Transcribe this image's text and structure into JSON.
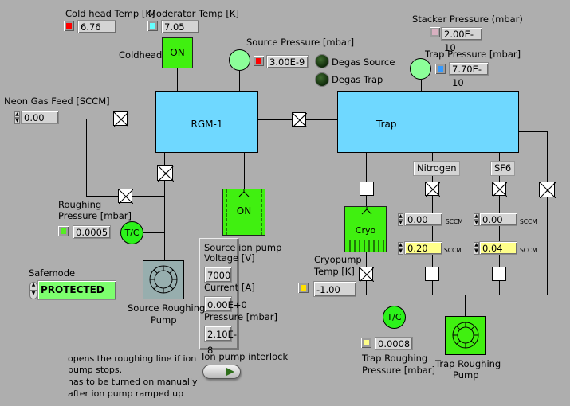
{
  "cold_head_temp": {
    "label": "Cold head Temp [K]",
    "value": "6.76",
    "led_color": "#ff0000"
  },
  "moderator_temp": {
    "label": "Moderator Temp [K]",
    "value": "7.05",
    "led_color": "#66ffff"
  },
  "coldhead": {
    "label": "Coldhead",
    "state": "ON"
  },
  "source_pressure": {
    "label": "Source Pressure [mbar]",
    "value": "3.00E-9",
    "led_color": "#ff0000"
  },
  "degas": {
    "source_label": "Degas Source",
    "trap_label": "Degas Trap"
  },
  "stacker_pressure": {
    "label": "Stacker Pressure (mbar)",
    "value": "2.00E-10",
    "led_color": "#d8b0c0"
  },
  "trap_pressure": {
    "label": "Trap Pressure [mbar]",
    "value": "7.70E-10",
    "led_color": "#3399ff"
  },
  "neon_gas_feed": {
    "label": "Neon Gas Feed [SCCM]",
    "value": "0.00"
  },
  "chambers": {
    "rgm": "RGM-1",
    "trap": "Trap"
  },
  "roughing_pressure": {
    "label": "Roughing Pressure [mbar]",
    "line1": "Roughing",
    "line2": "Pressure [mbar]",
    "value": "0.0005",
    "led_color": "#55ee22"
  },
  "tc_label": "T/C",
  "ion_pump": {
    "state": "ON"
  },
  "source_ion_pump": {
    "title_line1": "Source ion pump",
    "voltage_label": "Voltage [V]",
    "voltage": "7000",
    "current_label": "Current [A]",
    "current": "0.00E+0",
    "pressure_label": "Pressure [mbar]",
    "pressure": "2.10E-8"
  },
  "safemode": {
    "label": "Safemode",
    "value": "PROTECTED"
  },
  "source_roughing_pump": {
    "line1": "Source Roughing",
    "line2": "Pump"
  },
  "note": {
    "line1": "opens the roughing line if ion",
    "line2": "pump stops.",
    "line3": "has to be turned on manually",
    "line4": "after ion pump ramped up"
  },
  "ion_pump_interlock": {
    "label": "Ion pump interlock"
  },
  "cryo": {
    "label": "Cryo"
  },
  "cryopump_temp": {
    "line1": "Cryopump",
    "line2": "Temp [K]",
    "value": "-1.00",
    "led_color": "#ffe000"
  },
  "nitrogen": {
    "label": "Nitrogen",
    "actual": "0.00",
    "setpoint": "0.20",
    "unit": "SCCM"
  },
  "sf6": {
    "label": "SF6",
    "actual": "0.00",
    "setpoint": "0.04",
    "unit": "SCCM"
  },
  "trap_roughing_pressure": {
    "line1": "Trap Roughing",
    "line2": "Pressure [mbar]",
    "value": "0.0008",
    "led_color": "#ffff88"
  },
  "trap_roughing_pump": {
    "line1": "Trap Roughing",
    "line2": "Pump"
  }
}
